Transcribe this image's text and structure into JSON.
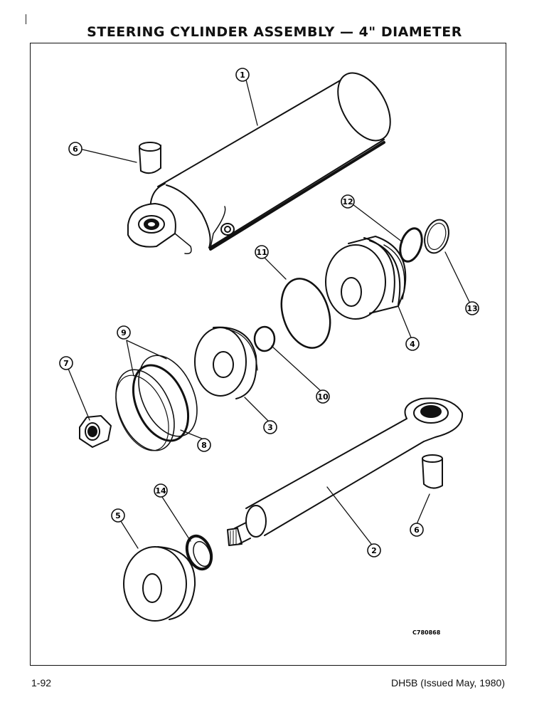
{
  "page": {
    "title": "STEERING CYLINDER ASSEMBLY — 4\" DIAMETER",
    "page_number": "1-92",
    "manual_issue": "DH5B (Issued May, 1980)",
    "drawing_number": "C780868"
  },
  "callouts": [
    {
      "id": "c1",
      "label": "1"
    },
    {
      "id": "c2",
      "label": "2"
    },
    {
      "id": "c3",
      "label": "3"
    },
    {
      "id": "c4",
      "label": "4"
    },
    {
      "id": "c5",
      "label": "5"
    },
    {
      "id": "c6a",
      "label": "6"
    },
    {
      "id": "c6b",
      "label": "6"
    },
    {
      "id": "c7",
      "label": "7"
    },
    {
      "id": "c8",
      "label": "8"
    },
    {
      "id": "c9",
      "label": "9"
    },
    {
      "id": "c10",
      "label": "10"
    },
    {
      "id": "c11",
      "label": "11"
    },
    {
      "id": "c12",
      "label": "12"
    },
    {
      "id": "c13",
      "label": "13"
    },
    {
      "id": "c14",
      "label": "14"
    }
  ],
  "colors": {
    "ink": "#111111",
    "paper": "#ffffff"
  }
}
